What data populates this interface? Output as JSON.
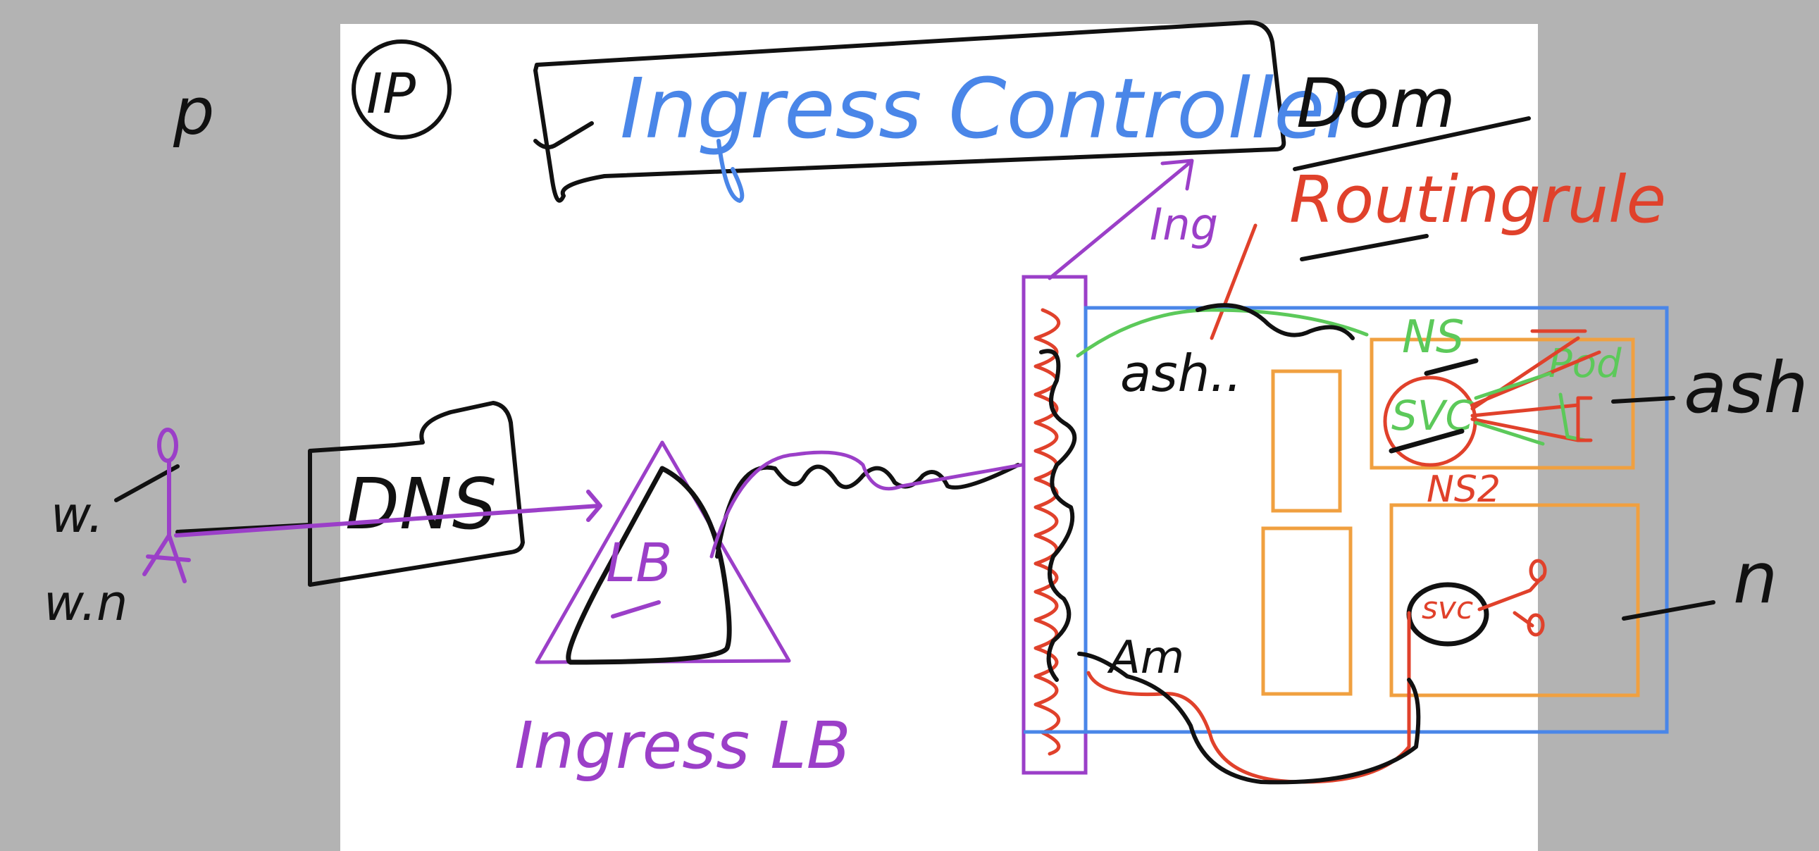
{
  "colors": {
    "background": "#b3b3b3",
    "canvas": "#ffffff",
    "black": "#111111",
    "blue": "#4a86e8",
    "purple": "#9b3fc8",
    "red": "#e0412b",
    "green": "#5cc95a",
    "orange": "#f0a040"
  },
  "labels": {
    "title": "Ingress Controller",
    "title_side_note": "Dom",
    "routing_rule": "Routingrule",
    "corner_mark": "IP",
    "left_p": "p",
    "left_w1": "w.",
    "left_w2": "w.n",
    "dns": "DNS",
    "lb": "LB",
    "ingress_lb": "Ingress LB",
    "ing_note": "Ing",
    "ash_path": "ash..",
    "am_path": "Am",
    "ns1": "NS",
    "ns2": "NS2",
    "svc1": "SVC",
    "svc2": "svc",
    "pod": "Pod",
    "ash_right": "ash",
    "n_right": "n"
  }
}
